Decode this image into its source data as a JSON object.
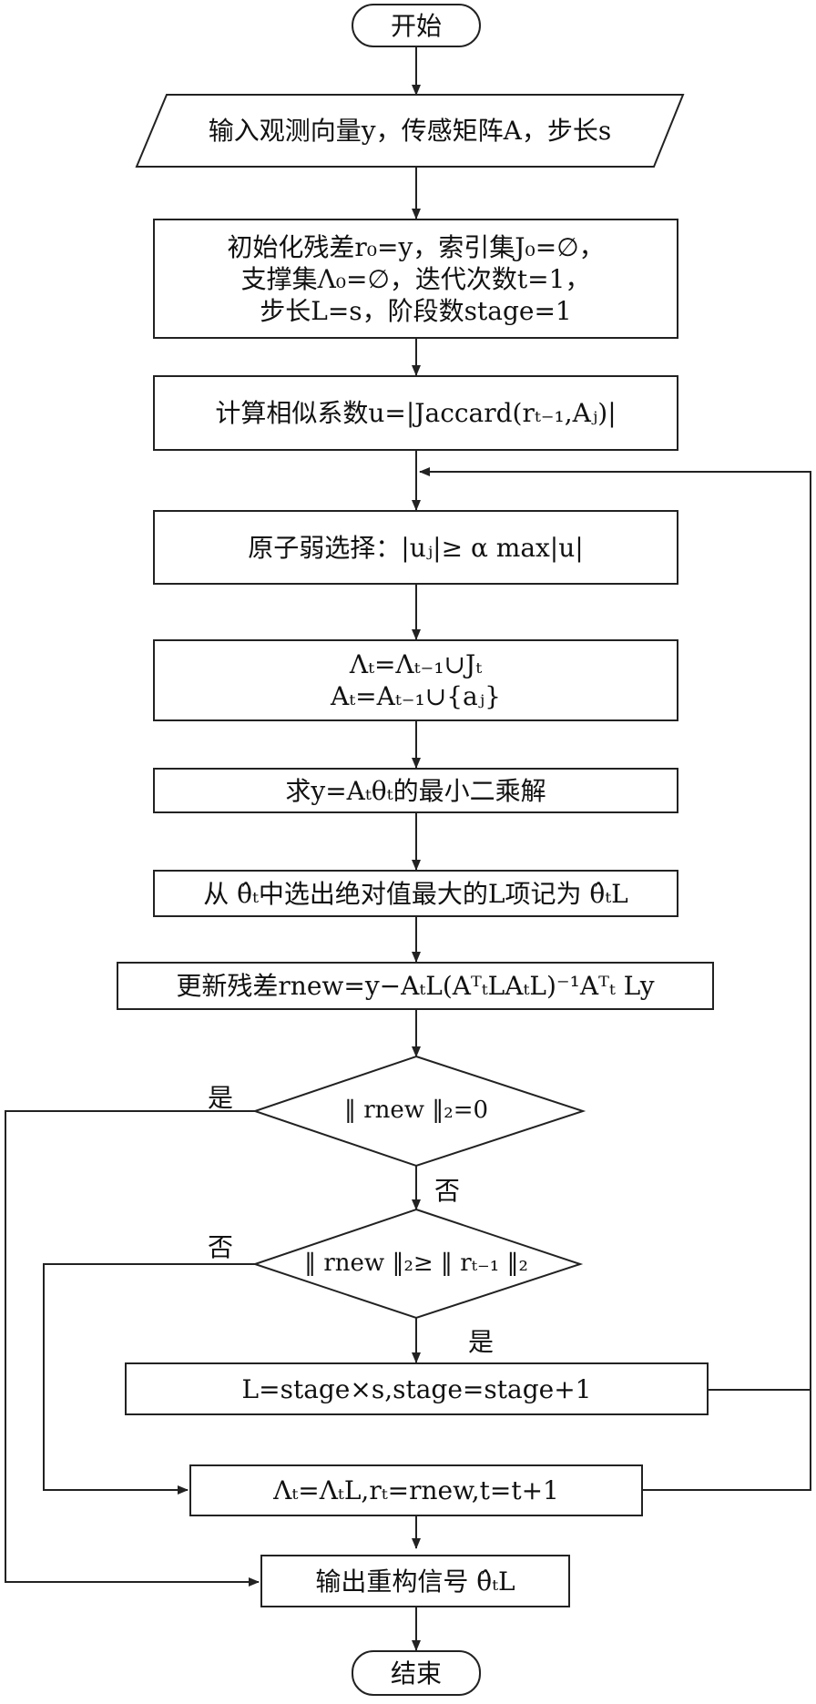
{
  "nodes": {
    "start": "开始",
    "input": "输入观测向量y，传感矩阵A，步长s",
    "init": [
      "初始化残差r₀=y，索引集J₀=∅，",
      "支撑集Λ₀=∅，迭代次数t=1，",
      "步长L=s，阶段数stage=1"
    ],
    "similarity": "计算相似系数u=|Jaccard(rₜ₋₁,Aⱼ)|",
    "weak_select": "原子弱选择：|uⱼ|≥ α max|u|",
    "update_sets": [
      "Λₜ=Λₜ₋₁∪Jₜ",
      "Aₜ=Aₜ₋₁∪{aⱼ}"
    ],
    "least_squares": "求y=Aₜθₜ的最小二乘解",
    "select_L": "从 θ̂ₜ中选出绝对值最大的L项记为 θ̂ₜL",
    "update_residual": "更新残差rnew=y−AₜL(AᵀₜLAₜL)⁻¹Aᵀₜ Ly",
    "cond1": "‖ rnew ‖₂=0",
    "cond2": "‖ rnew ‖₂≥ ‖ rₜ₋₁ ‖₂",
    "stage_update": "L=stage×s,stage=stage+1",
    "iter_update": "Λₜ=ΛₜL,rₜ=rnew,t=t+1",
    "output": "输出重构信号 θ̂ₜL",
    "end": "结束"
  },
  "edge_labels": {
    "cond1_yes": "是",
    "cond1_no": "否",
    "cond2_no": "否",
    "cond2_yes": "是"
  }
}
